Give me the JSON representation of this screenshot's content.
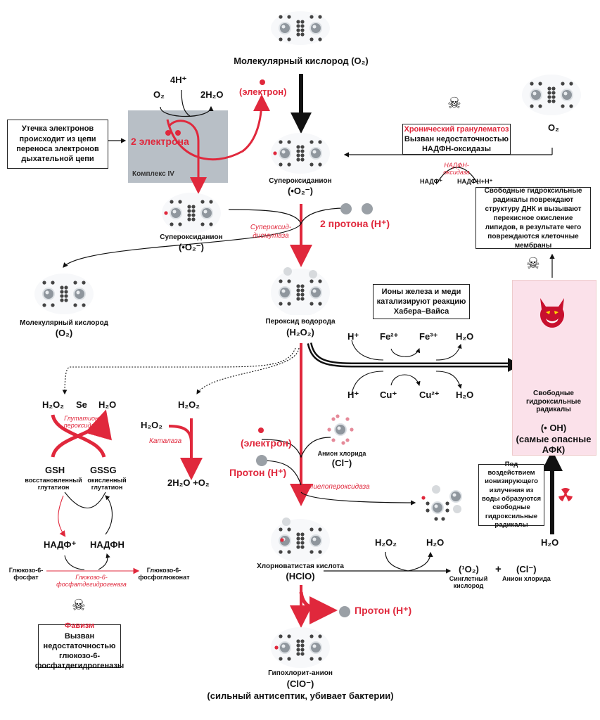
{
  "colors": {
    "accent_red": "#e0283c",
    "dark": "#111111",
    "complex_gray": "#b8bfc6",
    "afk_pink": "#fbe1ea"
  },
  "top": {
    "title": "Молекулярный кислород (O₂)",
    "electron": "(электрон)"
  },
  "complex": {
    "o2": "O₂",
    "h4": "4H⁺",
    "h2o": "2H₂O",
    "two_electrons": "2 электрона",
    "label": "Комплекс IV"
  },
  "leak_box": {
    "text": "Утечка электронов происходит из цепи переноса электронов дыхательной цепи"
  },
  "superoxide_center": {
    "name": "Супероксиданион",
    "formula": "(•O₂⁻)"
  },
  "superoxide_left": {
    "name": "Супероксиданион",
    "formula": "(•O₂⁻)"
  },
  "sod": {
    "enzyme": "Супероксид-дисмутаза",
    "protons": "2 протона (H⁺)"
  },
  "o2_left": {
    "name": "Молекулярный кислород",
    "formula": "(O₂)"
  },
  "peroxide": {
    "name": "Пероксид водорода",
    "formula": "(H₂O₂)"
  },
  "cgd": {
    "icon": "skull-crossbones-icon",
    "title": "Хронический гранулематоз",
    "text": "Вызван недостаточностью НАДФН-оксидазы",
    "o2": "O₂",
    "enzyme": "НАДФН-оксидаза",
    "nadp": "НАДФ⁺",
    "nadph": "НАДФН+H⁺"
  },
  "radicals_box": {
    "text": "Свободные гидроксильные радикалы повреждают структуру ДНК и вызывают перекисное окисление липидов, в результате чего повреждаются клеточные мембраны"
  },
  "haber_weiss": {
    "text": "Ионы железа и меди катализируют реакцию Хабера–Вайса",
    "h1": "H⁺",
    "fe2": "Fe²⁺",
    "fe3": "Fe³⁺",
    "h2o1": "H₂O",
    "h2": "H⁺",
    "cu1": "Cu⁺",
    "cu2": "Cu²⁺",
    "h2o2": "H₂O"
  },
  "afk": {
    "icon": "devil-icon",
    "name": "Свободные гидроксильные радикалы",
    "formula": "(• OH)",
    "note": "(самые опасные АФК)"
  },
  "glutathione": {
    "h2o2": "H₂O₂",
    "se": "Se",
    "h2o": "H₂O",
    "enzyme": "Глутатион-пероксидаза",
    "gsh": "GSH",
    "gsh_label": "восстановленный глутатион",
    "gssg": "GSSG",
    "gssg_label": "окисленный глутатион",
    "nadp": "НАДФ⁺",
    "nadph": "НАДФН",
    "g6p": "Глюкозо-6-фосфат",
    "g6pd": "Глюкозо-6-фосфатдегидрогеназа",
    "pgl": "Глюкозо-6-фосфоглюконат"
  },
  "catalase": {
    "h2o2_top": "H₂O₂",
    "h2o2_left": "H₂O₂",
    "enzyme": "Каталаза",
    "products": "2H₂O +O₂"
  },
  "mpo": {
    "electron": "(электрон)",
    "proton": "Протон (H⁺)",
    "chloride": "Анион хлорида",
    "chloride_formula": "(Cl⁻)",
    "enzyme": "Миелопероксидаза"
  },
  "radiation": {
    "icon": "radiation-icon",
    "text": "Под воздействием ионизирующего излучения из воды образуются свободные гидроксильные радикалы",
    "h2o": "H₂O"
  },
  "hclo": {
    "name": "Хлорноватистая кислота",
    "formula": "(HClO)",
    "h2o2": "H₂O₂",
    "h2o": "H₂O",
    "singlet": "(¹O₂)",
    "singlet_label": "Синглетный кислород",
    "plus": "+",
    "cl": "(Cl⁻)",
    "cl_label": "Анион хлорида",
    "proton": "Протон (H⁺)"
  },
  "favism": {
    "icon": "skull-crossbones-icon",
    "title": "Фавизм",
    "text": "Вызван недостаточностью глюкозо-6-фосфатдегидрогеназы"
  },
  "hypochlorite": {
    "name": "Гипохлорит-анион",
    "formula": "(ClO⁻)",
    "note": "(сильный антисептик, убивает бактерии)"
  }
}
